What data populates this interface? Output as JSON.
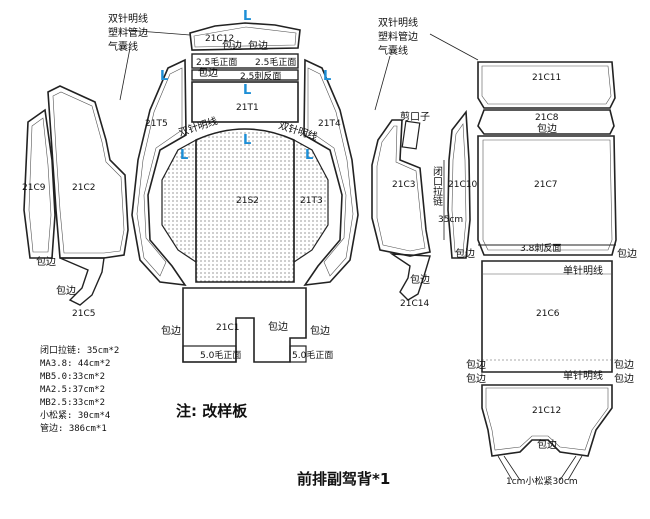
{
  "callouts": {
    "left_top": [
      "双针明线",
      "塑料管边",
      "气囊线"
    ],
    "right_top": [
      "双针明线",
      "塑料管边",
      "气囊线"
    ]
  },
  "pieces": {
    "c12_top": "21C12",
    "t1": "21T1",
    "t5": "21T5",
    "t4": "21T4",
    "s2": "21S2",
    "t3": "21T3",
    "c9": "21C9",
    "c2": "21C2",
    "c3": "21C3",
    "c10": "21C10",
    "c5": "21C5",
    "c14": "21C14",
    "c1": "21C1",
    "c11": "21C11",
    "c8": "21C8",
    "c7": "21C7",
    "c6": "21C6",
    "c12_bottom": "21C12"
  },
  "marks": {
    "l": "L"
  },
  "labels": {
    "baobian": "包边",
    "maomian_25_a": "2.5毛正面",
    "maomian_25_b": "2.5毛正面",
    "fanmian_25": "2.5刺反面",
    "shuangzhen": "双针明线",
    "jiankouzi": "剪口子",
    "zipper_vertical": "闭口拉链",
    "zipper_35cm": "35cm",
    "fanmian_38": "3.8刺反面",
    "danzhen": "单针明线",
    "maomian_50": "5.0毛正面",
    "songjin_note": "1cm小松紧30cm"
  },
  "specs": [
    "闭口拉链: 35cm*2",
    "MA3.8: 44cm*2",
    "MB5.0:33cm*2",
    "MA2.5:37cm*2",
    "MB2.5:33cm*2",
    "小松紧: 30cm*4",
    "管边: 386cm*1"
  ],
  "note": "注: 改样板",
  "title": "前排副驾背*1"
}
